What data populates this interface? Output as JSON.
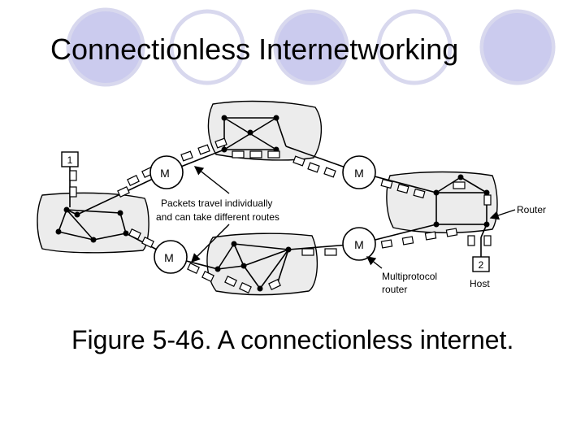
{
  "slide": {
    "title": "Connectionless Internetworking",
    "caption": "Figure 5-46. A connectionless internet.",
    "accent_color": "#c8c8f0"
  },
  "diagram": {
    "router_letter": "M",
    "annotations": {
      "packets_line1": "Packets travel individually",
      "packets_line2": "and can take different routes",
      "router": "Router",
      "multiprotocol_line1": "Multiprotocol",
      "multiprotocol_line2": "router",
      "host": "Host"
    },
    "hosts": {
      "source": "1",
      "destination": "2"
    }
  }
}
